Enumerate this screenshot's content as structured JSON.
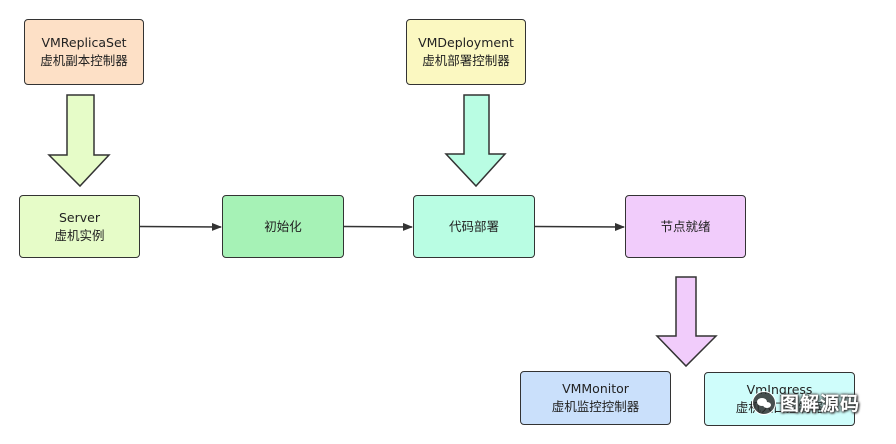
{
  "nodes": {
    "vm_replica_set": {
      "line1": "VMReplicaSet",
      "line2": "虚机副本控制器"
    },
    "vm_deployment": {
      "line1": "VMDeployment",
      "line2": "虚机部署控制器"
    },
    "server": {
      "line1": "Server",
      "line2": "虚机实例"
    },
    "init": {
      "line1": "初始化"
    },
    "code_deploy": {
      "line1": "代码部署"
    },
    "node_ready": {
      "line1": "节点就绪"
    },
    "vm_monitor": {
      "line1": "VMMonitor",
      "line2": "虚机监控控制器"
    },
    "vm_ingress": {
      "line1": "VmIngress",
      "line2": "虚机入口控制器"
    }
  },
  "watermark": {
    "text": "图解源码",
    "icon": "wechat-icon"
  },
  "colors": {
    "border": "#333333",
    "arrow": "#333333",
    "big_arrow_green": "#e6fcc8",
    "big_arrow_mint": "#b9fde3",
    "big_arrow_purple": "#f1ccfb"
  }
}
